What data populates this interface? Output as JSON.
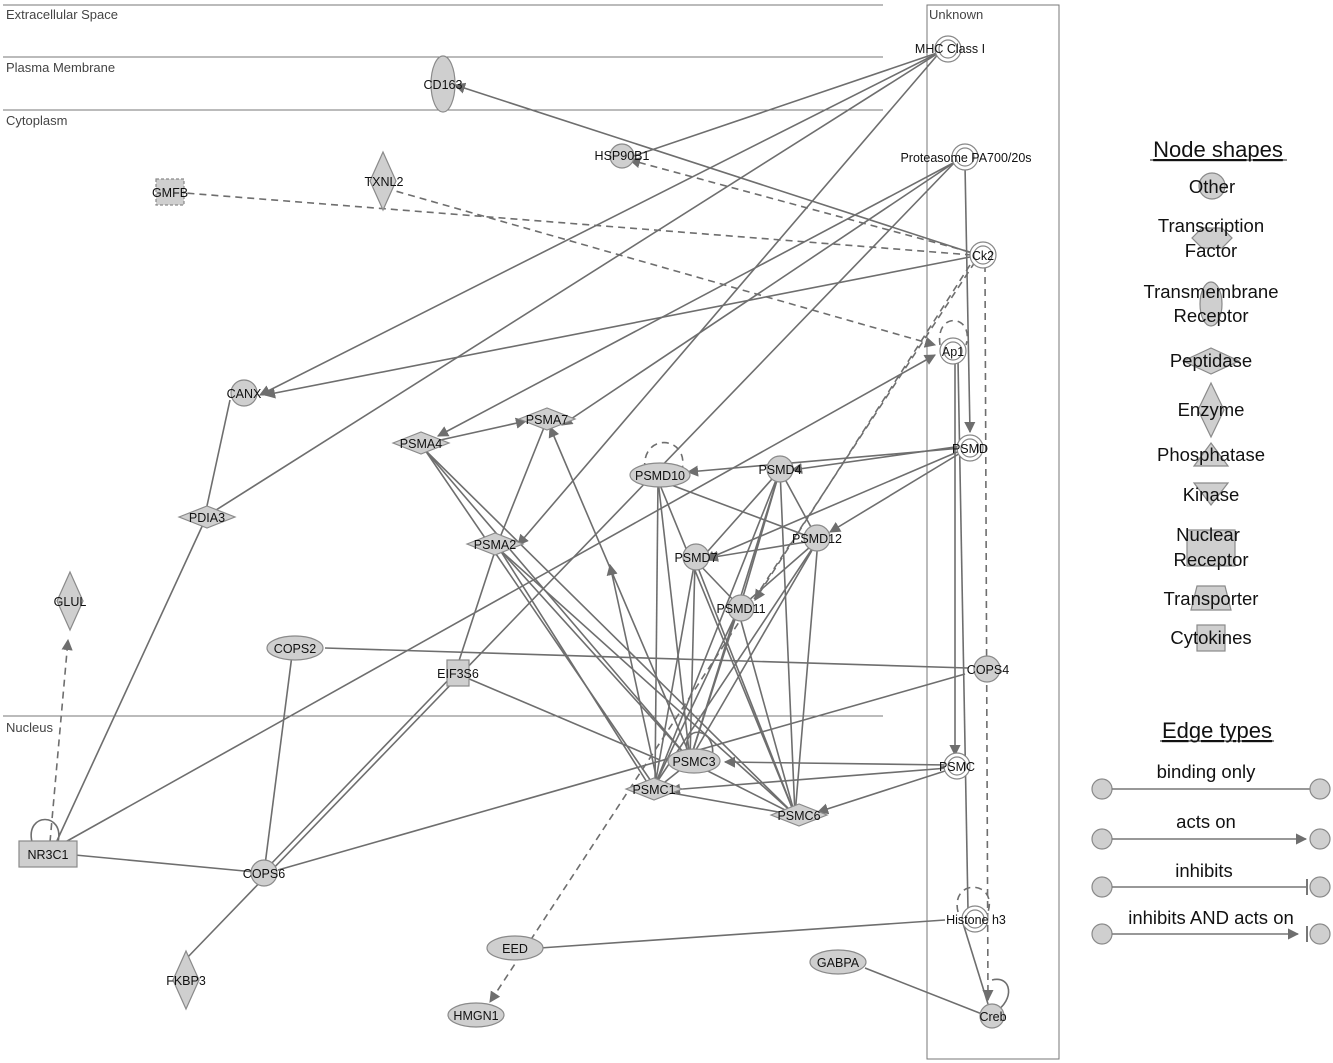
{
  "compartments": {
    "extracellular": "Extracellular Space",
    "plasma_membrane": "Plasma Membrane",
    "cytoplasm": "Cytoplasm",
    "nucleus": "Nucleus",
    "unknown": "Unknown"
  },
  "nodes": {
    "mhc_class_i": "MHC Class I",
    "cd163": "CD163",
    "hsp90b1": "HSP90B1",
    "proteasome": "Proteasome PA700/20s",
    "gmfb": "GMFB",
    "txnl2": "TXNL2",
    "ck2": "Ck2",
    "ap1": "Ap1",
    "canx": "CANX",
    "psma7": "PSMA7",
    "psma4": "PSMA4",
    "psmd": "PSMD",
    "psmd10": "PSMD10",
    "psmd4": "PSMD4",
    "pdia3": "PDIA3",
    "psmd12": "PSMD12",
    "psma2": "PSMA2",
    "psmd7": "PSMD7",
    "glul": "GLUL",
    "psmd11": "PSMD11",
    "cops2": "COPS2",
    "cops4": "COPS4",
    "eif3s6": "EIF3S6",
    "psmc3": "PSMC3",
    "psmc": "PSMC",
    "psmc1": "PSMC1",
    "psmc6": "PSMC6",
    "nr3c1": "NR3C1",
    "cops6": "COPS6",
    "histone_h3": "Histone h3",
    "eed": "EED",
    "gabpa": "GABPA",
    "fkbp3": "FKBP3",
    "creb": "Creb",
    "hmgn1": "HMGN1"
  },
  "legend": {
    "node_shapes_title": "Node shapes",
    "shapes": {
      "other": "Other",
      "tf_1": "Transcription",
      "tf_2": "Factor",
      "tm_1": "Transmembrane",
      "tm_2": "Receptor",
      "peptidase": "Peptidase",
      "enzyme": "Enzyme",
      "phosphatase": "Phosphatase",
      "kinase": "Kinase",
      "nr_1": "Nuclear",
      "nr_2": "Receptor",
      "transporter": "Transporter",
      "cytokines": "Cytokines"
    },
    "edge_types_title": "Edge types",
    "edges": {
      "binding": "binding only",
      "acts_on": "acts on",
      "inhibits": "inhibits",
      "inhibits_acts": "inhibits AND acts on"
    }
  },
  "colors": {
    "node_fill": "#cfcfcf",
    "node_stroke": "#8a8a8a",
    "edge": "#6e6e6e"
  }
}
